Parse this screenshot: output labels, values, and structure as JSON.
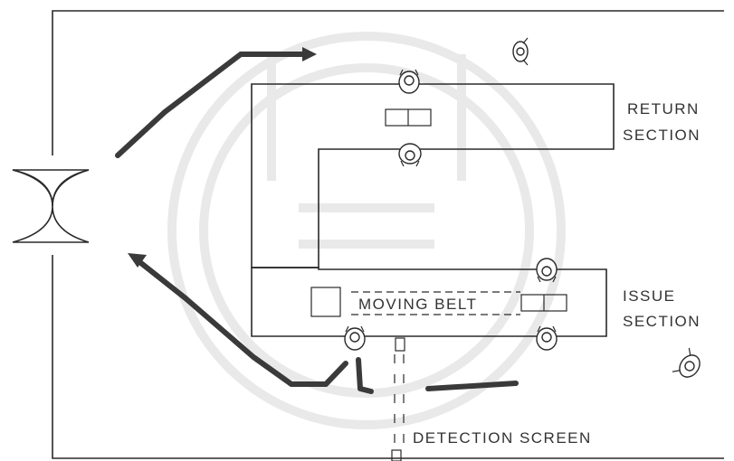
{
  "labels": {
    "return_section": [
      "RETURN",
      "SECTION"
    ],
    "issue_section": [
      "ISSUE",
      "SECTION"
    ],
    "moving_belt": "MOVING BELT",
    "detection_screen": "DETECTION SCREEN"
  },
  "colors": {
    "line": "#2a2a2a",
    "flow_path": "#3a3a3a",
    "text": "#333333",
    "watermark": "#e9e9e9"
  },
  "icons": [
    "staff-figure",
    "turnstile-gate",
    "issue-box",
    "return-box"
  ]
}
